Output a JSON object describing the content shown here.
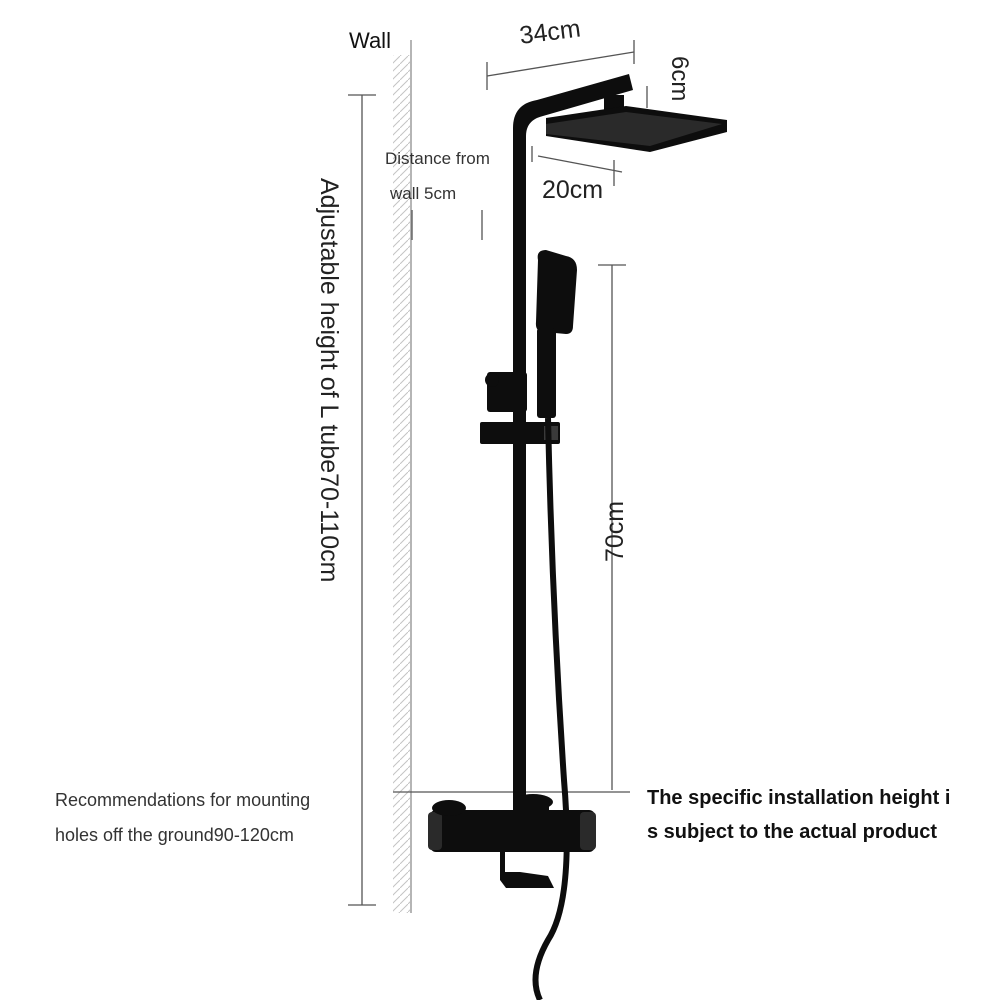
{
  "labels": {
    "wall": "Wall",
    "width_head": "34cm",
    "height_head": "6cm",
    "depth_head": "20cm",
    "distance_line1": "Distance from",
    "distance_line2": "wall 5cm",
    "hand_shower_height": "70cm",
    "adjustable_height": "Adjustable height of L tube70-110cm",
    "recommend_line1": "Recommendations for mounting",
    "recommend_line2": "holes off the ground90-120cm",
    "specific_line1": "The specific installation height i",
    "specific_line2": "s subject to the actual product"
  },
  "colors": {
    "product": "#0d0d0d",
    "dimension_line": "#555555",
    "wall_hatch": "#bdbdbd"
  }
}
